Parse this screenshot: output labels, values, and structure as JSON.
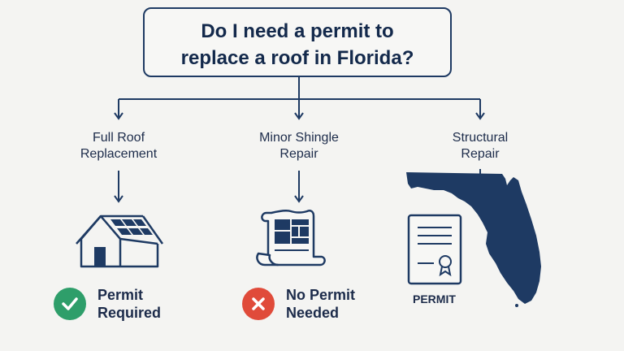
{
  "question": {
    "line1": "Do I need a permit to",
    "line2": "replace a roof in Florida?"
  },
  "branches": [
    {
      "label_line1": "Full Roof",
      "label_line2": "Replacement",
      "icon": "house-with-solar-roof-icon",
      "result": {
        "line1": "Permit",
        "line2": "Required",
        "icon": "checkmark-icon",
        "color": "#2e9e6a"
      }
    },
    {
      "label_line1": "Minor Shingle",
      "label_line2": "Repair",
      "icon": "shingle-scroll-icon",
      "result": {
        "line1": "No Permit",
        "line2": "Needed",
        "icon": "x-mark-icon",
        "color": "#e04b3a"
      }
    },
    {
      "label_line1": "Structural",
      "label_line2": "Repair",
      "icon": "florida-map-icon",
      "permit_caption": "PERMIT"
    }
  ],
  "colors": {
    "navy": "#1e3a63",
    "dark_navy": "#13294b",
    "green": "#2e9e6a",
    "red": "#e04b3a",
    "background": "#f4f4f2"
  }
}
